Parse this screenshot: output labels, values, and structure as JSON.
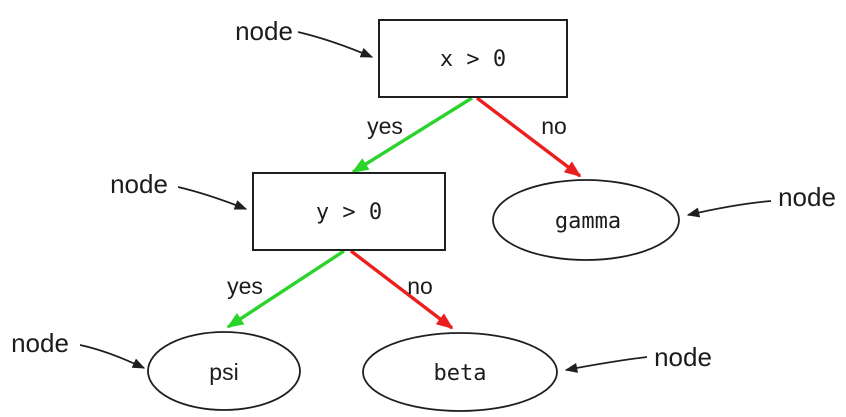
{
  "diagram": {
    "type": "decision-tree",
    "nodes": [
      {
        "id": "root",
        "shape": "box",
        "label": "x > 0"
      },
      {
        "id": "cond2",
        "shape": "box",
        "label": "y > 0"
      },
      {
        "id": "gamma",
        "shape": "ellipse",
        "label": "gamma"
      },
      {
        "id": "psi",
        "shape": "ellipse",
        "label": "psi"
      },
      {
        "id": "beta",
        "shape": "ellipse",
        "label": "beta"
      }
    ],
    "edges": [
      {
        "from": "root",
        "to": "cond2",
        "label": "yes",
        "color": "#2bd42b"
      },
      {
        "from": "root",
        "to": "gamma",
        "label": "no",
        "color": "#ec1f1f"
      },
      {
        "from": "cond2",
        "to": "psi",
        "label": "yes",
        "color": "#2bd42b"
      },
      {
        "from": "cond2",
        "to": "beta",
        "label": "no",
        "color": "#ec1f1f"
      }
    ],
    "annotations": [
      {
        "label": "node",
        "points_to": "root"
      },
      {
        "label": "node",
        "points_to": "cond2"
      },
      {
        "label": "node",
        "points_to": "gamma"
      },
      {
        "label": "node",
        "points_to": "psi"
      },
      {
        "label": "node",
        "points_to": "beta"
      }
    ],
    "colors": {
      "yes_edge": "#2bd42b",
      "no_edge": "#ec1f1f",
      "node_outline": "#1f1f1f",
      "annotation": "#1f1f1f",
      "background": "#ffffff"
    }
  }
}
